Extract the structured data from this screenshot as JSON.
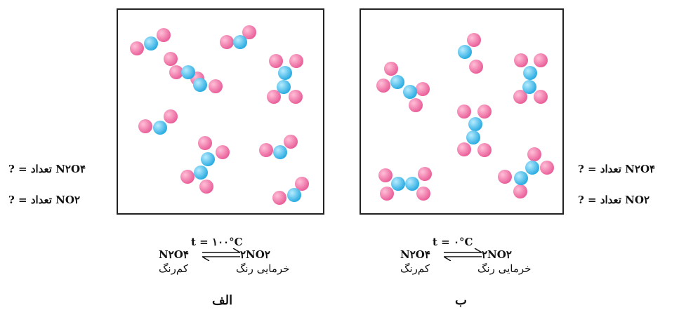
{
  "panel_a": {
    "q_n2o4": "? = تعداد N۲O۴",
    "q_no2": "? = تعداد NO۲",
    "temperature": "t = ۱۰۰°C",
    "reactant": "N۲O۴",
    "product": "۲NO۲",
    "reactant_color": "کم‌رنگ",
    "product_color": "خرمایی رنگ",
    "caption": "الف"
  },
  "panel_b": {
    "q_n2o4": "? = تعداد N۲O۴",
    "q_no2": "? = تعداد NO۲",
    "temperature": "t = ۰°C",
    "reactant": "N۲O۴",
    "product": "۲NO۲",
    "reactant_color": "کم‌رنگ",
    "product_color": "خرمایی رنگ",
    "caption": "ب"
  },
  "colors": {
    "nitrogen": "#3cc6f0",
    "oxygen": "#f07aaa",
    "frame": "#222222"
  }
}
